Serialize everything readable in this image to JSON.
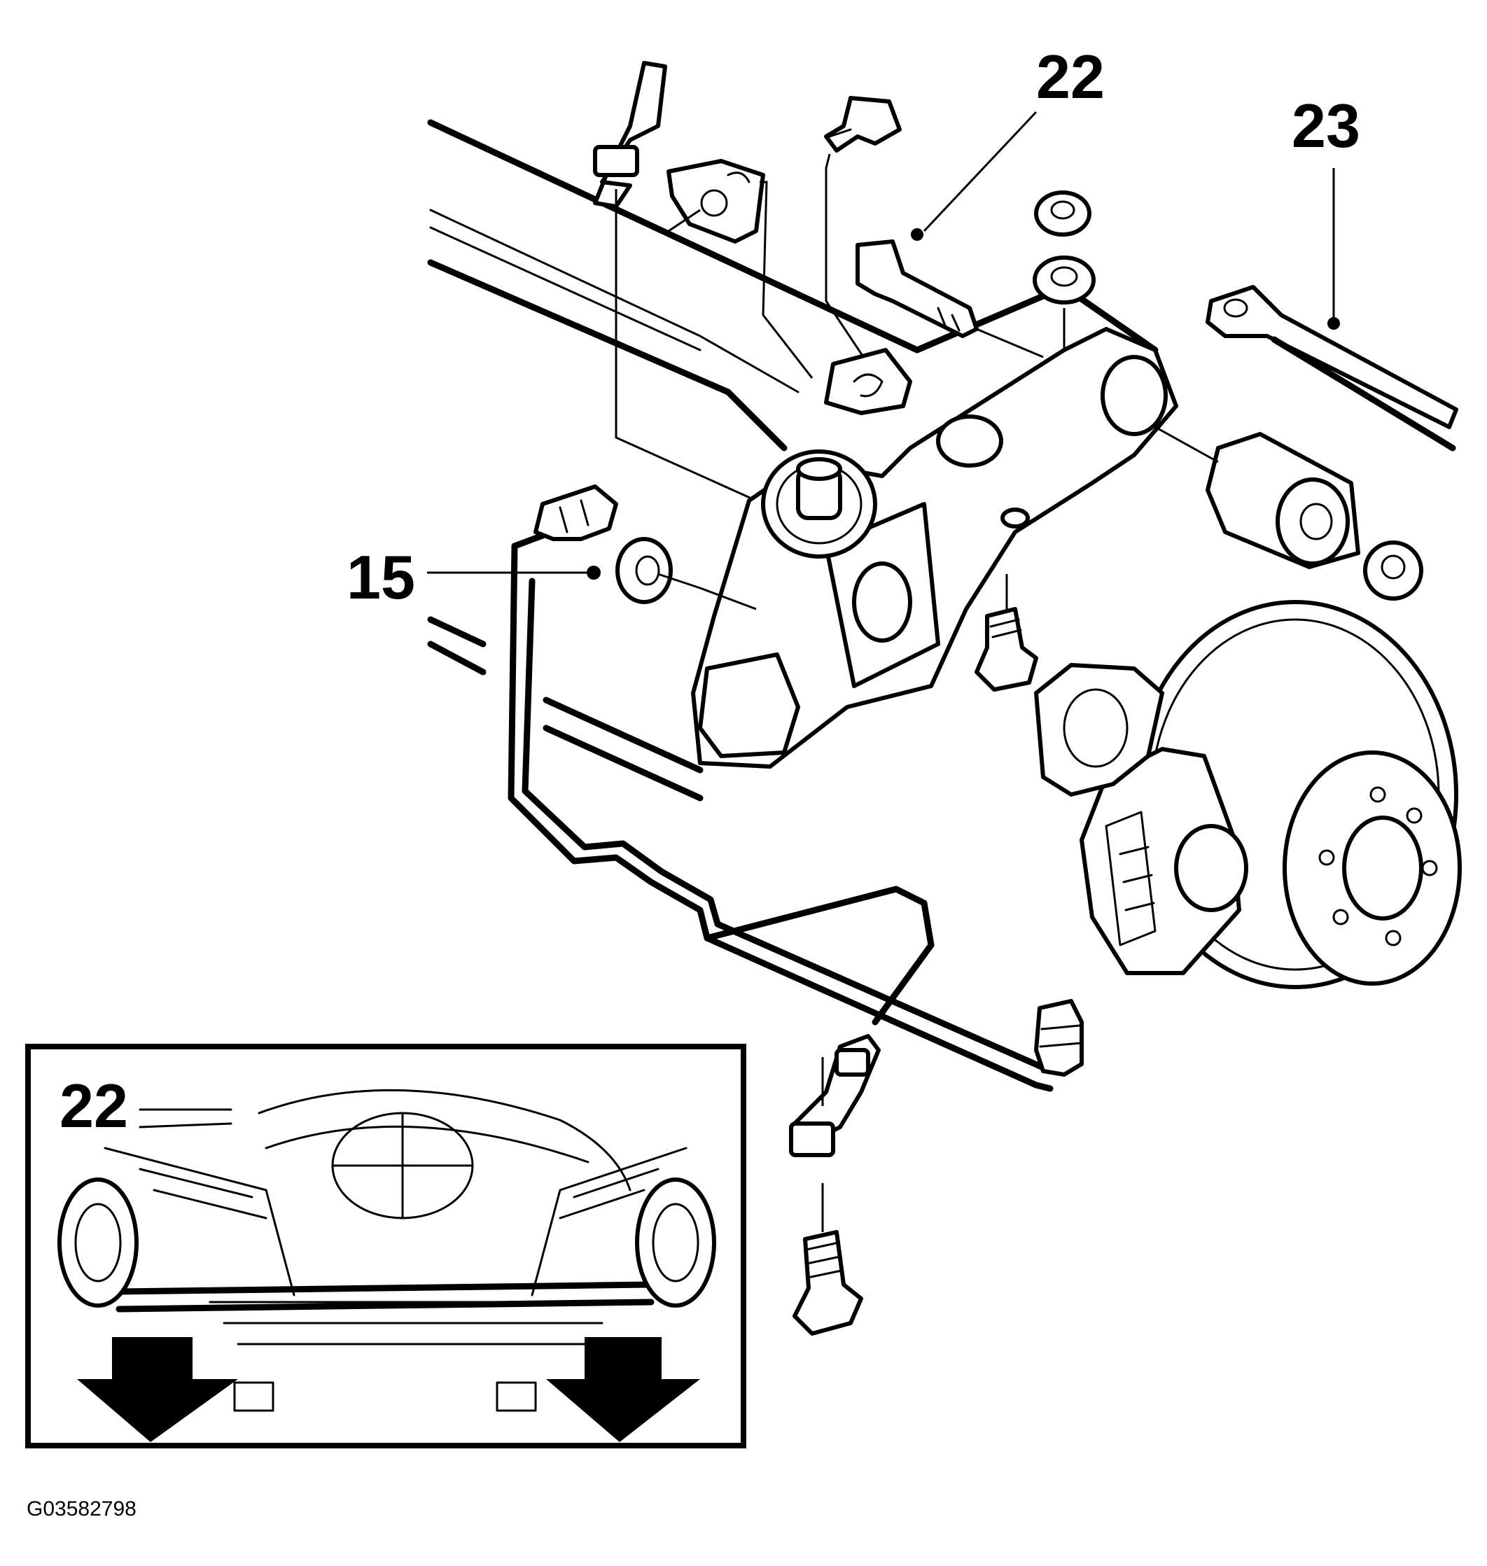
{
  "figure": {
    "id_code": "G03582798"
  },
  "callouts": {
    "c22_top": "22",
    "c23": "23",
    "c15": "15",
    "c22_inset": "22"
  }
}
